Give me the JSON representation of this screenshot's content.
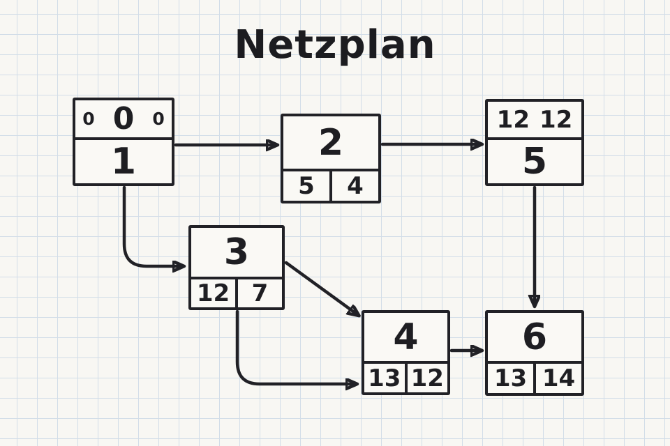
{
  "title": "Netzplan",
  "nodes": {
    "n1": {
      "label": "1",
      "top_values": [
        "0",
        "0",
        "0"
      ]
    },
    "n2": {
      "label": "2",
      "cells": [
        "5",
        "4"
      ]
    },
    "n3": {
      "label": "3",
      "cells": [
        "12",
        "7"
      ]
    },
    "n4": {
      "label": "4",
      "cells": [
        "13",
        "12"
      ]
    },
    "n5": {
      "label": "5",
      "top_values": [
        "12",
        "12"
      ]
    },
    "n6": {
      "label": "6",
      "cells": [
        "13",
        "14"
      ]
    }
  },
  "edges": [
    {
      "from": "1",
      "to": "2",
      "style": "straight-horizontal"
    },
    {
      "from": "2",
      "to": "5",
      "style": "straight-horizontal"
    },
    {
      "from": "1",
      "to": "3",
      "style": "down-then-right"
    },
    {
      "from": "3",
      "to": "4",
      "style": "diagonal"
    },
    {
      "from": "3",
      "to": "4",
      "style": "down-then-right-to-bottom-row"
    },
    {
      "from": "4",
      "to": "6",
      "style": "straight-horizontal"
    },
    {
      "from": "5",
      "to": "6",
      "style": "straight-vertical"
    }
  ],
  "colors": {
    "ink": "#212126",
    "paper": "#f8f7f3",
    "grid": "#d2dde8"
  }
}
